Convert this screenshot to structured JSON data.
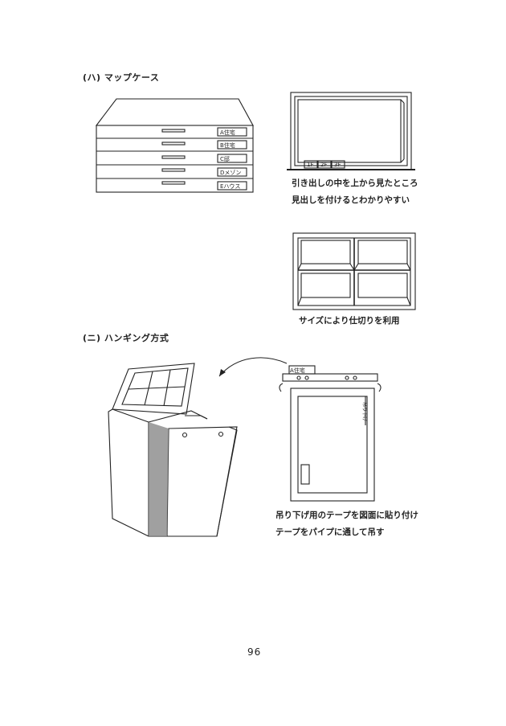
{
  "section_ha": {
    "heading": "(ハ) マップケース",
    "drawer_labels": [
      "A住宅",
      "B住宅",
      "C邸",
      "Dメゾン",
      "Eハウス"
    ],
    "tray_tabs": [
      "1F",
      "2F",
      "3F"
    ],
    "tray_caption_1": "引き出しの中を上から見たところ",
    "tray_caption_2": "見出しを付けるとわかりやすい",
    "divider_caption": "サイズにより仕切りを利用"
  },
  "section_ni": {
    "heading": "(ニ) ハンギング方式",
    "sheet_tab_label": "A住宅",
    "tape_label": "吊り下げ",
    "caption_1": "吊り下げ用のテープを図面に貼り付け",
    "caption_2": "テープをパイプに通して吊す"
  },
  "page_number": "96"
}
